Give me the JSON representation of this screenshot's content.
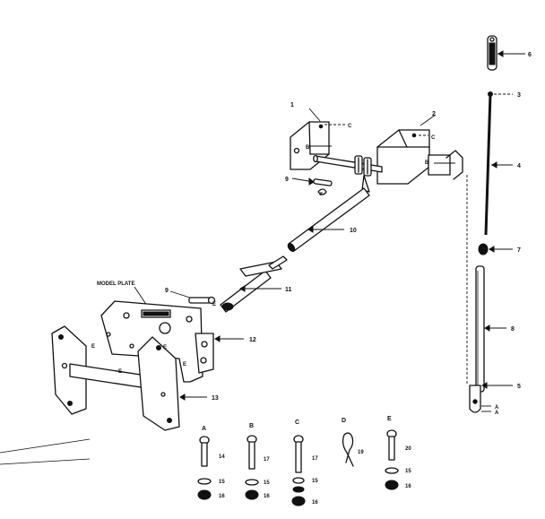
{
  "labels": {
    "model_plate": "MODEL PLATE",
    "callouts": [
      "1",
      "2",
      "3",
      "4",
      "5",
      "6",
      "7",
      "8",
      "9",
      "10",
      "11",
      "12",
      "13"
    ],
    "hardware_letters": [
      "A",
      "B",
      "C",
      "D",
      "E"
    ],
    "hardware_numbers": [
      "14",
      "15",
      "16",
      "17",
      "15",
      "16",
      "17",
      "15",
      "16",
      "19",
      "20",
      "15",
      "16"
    ],
    "pin_letters": {
      "e": "E",
      "b": "B",
      "c": "C",
      "a": "A"
    }
  }
}
